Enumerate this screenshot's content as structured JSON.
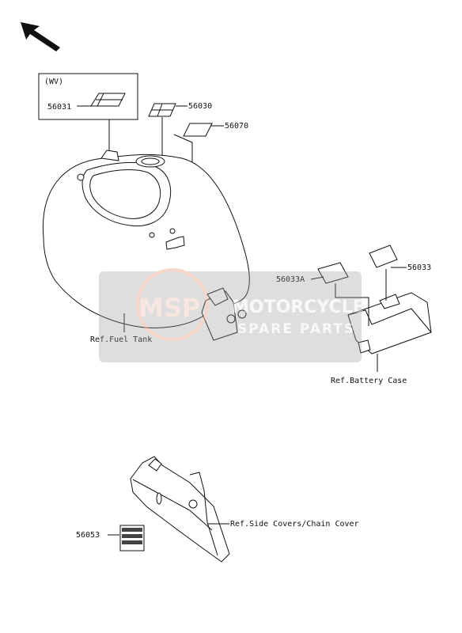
{
  "orientation_arrow": "arrow-up-left-icon",
  "variant_box_label": "(WV)",
  "parts": {
    "p56031": "56031",
    "p56030": "56030",
    "p56070": "56070",
    "p56033A": "56033A",
    "p56033": "56033",
    "p56053": "56053"
  },
  "refs": {
    "fuel_tank": "Ref.Fuel Tank",
    "battery_case": "Ref.Battery Case",
    "side_covers": "Ref.Side Covers/Chain Cover"
  },
  "watermark": {
    "logo": "MSP",
    "line1": "MOTORCYCLE",
    "line2": "SPARE PARTS"
  }
}
